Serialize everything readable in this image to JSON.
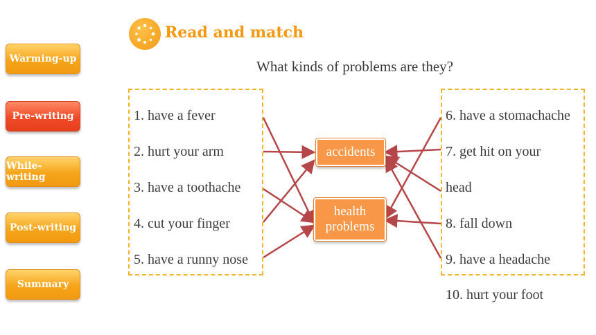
{
  "nav": [
    {
      "label": "Warming-up",
      "active": false
    },
    {
      "label": "Pre-writing",
      "active": true
    },
    {
      "label": "While-writing",
      "active": false
    },
    {
      "label": "Post-writing",
      "active": false
    },
    {
      "label": "Summary",
      "active": false
    }
  ],
  "header": {
    "icon": "dotted-circle-icon",
    "title": "Read and match",
    "question": "What kinds of problems are they?"
  },
  "left_items": [
    "1. have a fever",
    "2. hurt your arm",
    "3. have a toothache",
    "4. cut your finger",
    "5. have a runny nose"
  ],
  "right_items": [
    "6. have a stomachache",
    "7. get hit on your",
    "head",
    "8. fall down",
    "9. have a headache",
    "10. hurt your foot"
  ],
  "categories": {
    "accidents": "accidents",
    "health_line1": "health",
    "health_line2": "problems"
  },
  "colors": {
    "accent": "#f59a10",
    "frame": "#f2b42a",
    "arrow": "#b5474b",
    "category_box": "#f79747",
    "nav_active": "#f04a27"
  }
}
